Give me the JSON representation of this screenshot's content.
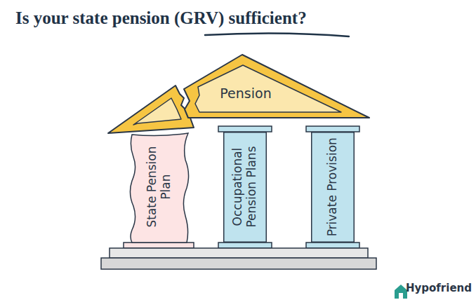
{
  "diagram": {
    "title": "Is your state pension (GRV) sufficient?",
    "nodes": [
      {
        "text": [
          "Pension"
        ]
      },
      {
        "text": [
          "State Pension Plan"
        ]
      },
      {
        "text": [
          "Occupational Pension Plans"
        ]
      },
      {
        "text": [
          "Private Provision"
        ]
      }
    ],
    "labels": [
      "Hypofriend"
    ]
  }
}
